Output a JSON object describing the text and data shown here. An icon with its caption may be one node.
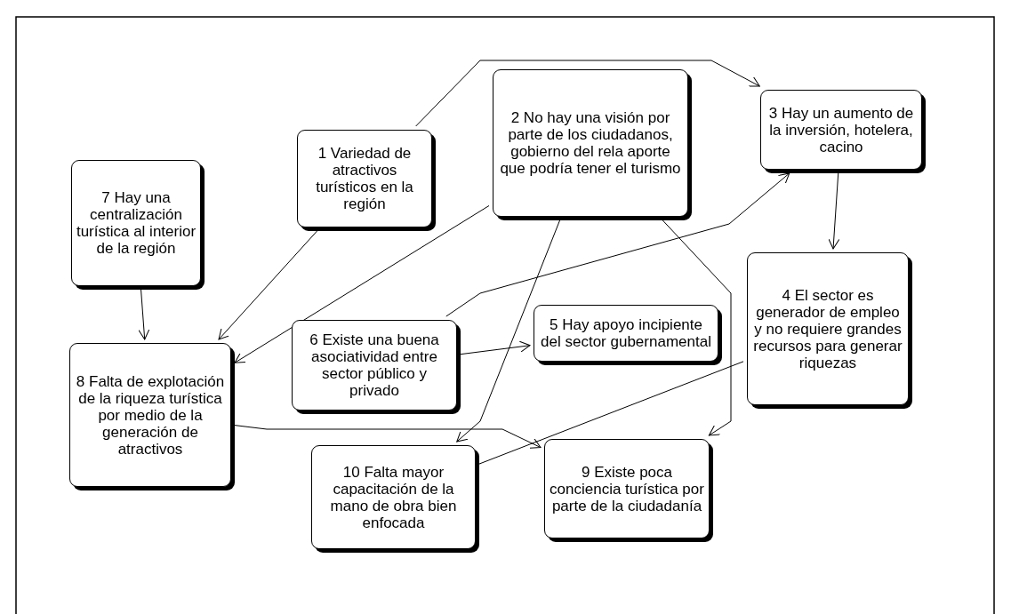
{
  "diagram": {
    "nodes": [
      {
        "text": [
          "1 Variedad de atractivos turísticos en la región"
        ]
      },
      {
        "text": [
          "2 No hay una visión por parte de los ciudadanos, gobierno del rela aporte que podría tener el turismo"
        ]
      },
      {
        "text": [
          "3 Hay un aumento de la inversión, hotelera, cacino"
        ]
      },
      {
        "text": [
          "4 El sector es generador de empleo y no requiere grandes recursos para generar riquezas"
        ]
      },
      {
        "text": [
          "5 Hay apoyo incipiente del sector gubernamental"
        ]
      },
      {
        "text": [
          "6 Existe una buena asociatividad entre sector público y privado"
        ]
      },
      {
        "text": [
          "7 Hay una centralización turística al interior de la región"
        ]
      },
      {
        "text": [
          "8 Falta de explotación de la riqueza turística por medio de la generación de atractivos"
        ]
      },
      {
        "text": [
          "9 Existe poca conciencia turística por parte de la ciudadanía"
        ]
      },
      {
        "text": [
          "10 Falta mayor capacitación de la mano de obra bien enfocada"
        ]
      }
    ],
    "edges": [
      {
        "from": 0,
        "to": 2,
        "arrow": "to"
      },
      {
        "from": 0,
        "to": 7,
        "arrow": "to"
      },
      {
        "from": 1,
        "to": 7,
        "arrow": "to"
      },
      {
        "from": 1,
        "to": 9,
        "arrow": "to"
      },
      {
        "from": 1,
        "to": 8,
        "arrow": "to"
      },
      {
        "from": 2,
        "to": 3,
        "arrow": "to"
      },
      {
        "from": 6,
        "to": 7,
        "arrow": "to"
      },
      {
        "from": 5,
        "to": 2,
        "arrow": "to"
      },
      {
        "from": 5,
        "to": 4,
        "arrow": "to"
      },
      {
        "from": 7,
        "to": 8,
        "arrow": "to"
      },
      {
        "from": 9,
        "to": 3,
        "arrow": "none"
      }
    ]
  }
}
